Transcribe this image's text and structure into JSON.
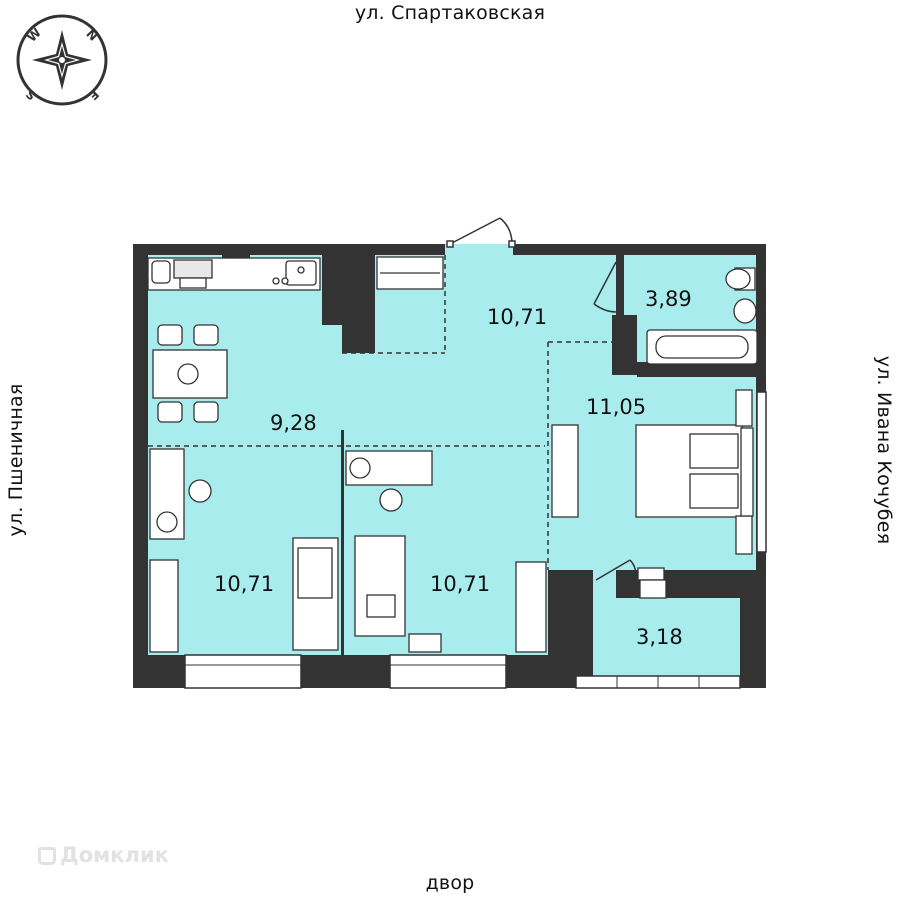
{
  "streets": {
    "top": "ул. Спартаковская",
    "left": "ул. Пшеничная",
    "right": "ул. Ивана Кочубея",
    "bottom": "двор"
  },
  "compass": {
    "n": "N",
    "e": "E",
    "s": "S",
    "w": "W"
  },
  "rooms": {
    "kitchen": "9,28",
    "hall": "10,71",
    "bathroom": "3,89",
    "bedroom": "11,05",
    "room_left": "10,71",
    "room_middle": "10,71",
    "balcony": "3,18"
  },
  "watermark": "Домклик",
  "colors": {
    "room_fill": "#a8ecee",
    "wall": "#333333"
  }
}
